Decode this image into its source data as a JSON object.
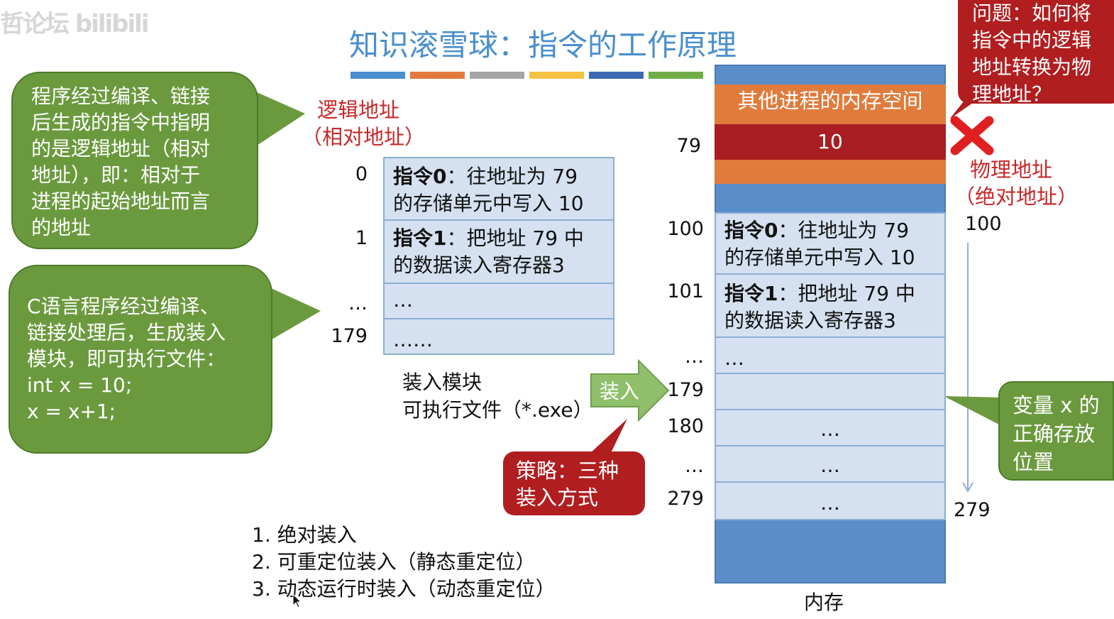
{
  "watermark": "哲论坛 bilibili",
  "title": "知识滚雪球：指令的工作原理",
  "colors": [
    "#4a8fd0",
    "#e27a3f",
    "#a5a5a5",
    "#f6c243",
    "#3d6ab3",
    "#70ad47"
  ],
  "logical_addr": {
    "line1": "逻辑地址",
    "line2": "（相对地址）"
  },
  "bubble1": [
    "程序经过编译、链接",
    "后生成的指令中指明",
    "的是逻辑地址（相对",
    "地址），即：相对于",
    "进程的起始地址而言",
    "的地址"
  ],
  "bubble2": [
    "C语言程序经过编译、",
    "链接处理后，生成装入",
    "模块，即可执行文件：",
    "int x = 10;",
    "x = x+1;"
  ],
  "load_module": {
    "rows": [
      {
        "addr": "0",
        "bold": "指令0",
        "rest": "：往地址为 79",
        "line2": "的存储单元中写入 10"
      },
      {
        "addr": "1",
        "bold": "指令1",
        "rest": "：把地址 79 中",
        "line2": "的数据读入寄存器3"
      },
      {
        "addr": "…",
        "text": "…"
      },
      {
        "addr": "179",
        "text": "……"
      }
    ],
    "caption1": "装入模块",
    "caption2": "可执行文件（*.exe）"
  },
  "load_arrow_label": "装入",
  "strategy": {
    "line1": "策略：三种",
    "line2": "装入方式"
  },
  "methods": [
    "1.  绝对装入",
    "2.  可重定位装入（静态重定位）",
    "3.  动态运行时装入（动态重定位）"
  ],
  "memory": {
    "other_process": "其他进程的内存空间",
    "cell79_value": "10",
    "addr79": "79",
    "rows": [
      {
        "addr": "100",
        "bold": "指令0",
        "rest": "：往地址为 79",
        "line2": "的存储单元中写入 10"
      },
      {
        "addr": "101",
        "bold": "指令1",
        "rest": "：把地址 79 中",
        "line2": "的数据读入寄存器3"
      },
      {
        "addr": "…",
        "text": "…"
      },
      {
        "addr": "179",
        "text": ""
      },
      {
        "addr": "180",
        "text": "…"
      },
      {
        "addr": "…",
        "text": "…"
      },
      {
        "addr": "279",
        "text": "…"
      }
    ],
    "label": "内存"
  },
  "question": [
    "问题：如何将",
    "指令中的逻辑",
    "地址转换为物",
    "理地址？"
  ],
  "physical_addr": {
    "line1": "物理地址",
    "line2": "（绝对地址）",
    "start": "100",
    "end": "279"
  },
  "variable_note": [
    "变量 x 的",
    "正确存放",
    "位置"
  ],
  "theme": {
    "green": "#6b9a3e",
    "red": "#b11e20",
    "blue": "#5b8ec9",
    "orange": "#e07b3c",
    "title_blue": "#4a8fcc"
  }
}
